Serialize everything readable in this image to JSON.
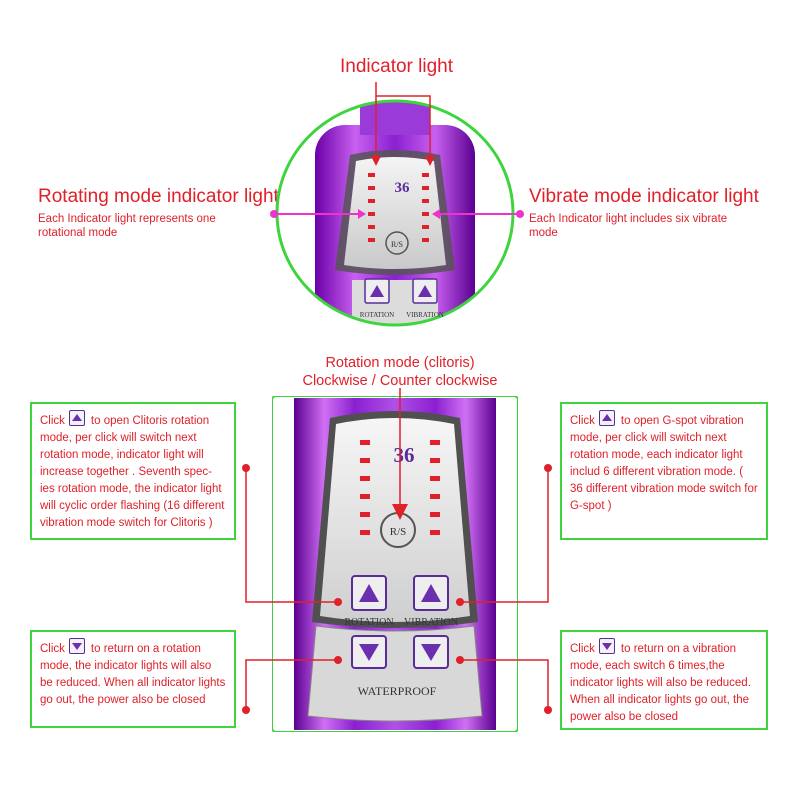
{
  "top": {
    "indicator_light": "Indicator light",
    "rotating_title": "Rotating mode indicator light",
    "rotating_desc": "Each Indicator light represents one rotational mode",
    "vibrate_title": "Vibrate mode indicator light",
    "vibrate_desc": "Each Indicator light includes six vibrate mode"
  },
  "device": {
    "count": "36",
    "rs_label": "R/S",
    "rotation_label": "ROTATION",
    "vibration_label": "VIBRATION",
    "waterproof_label": "WATERPROOF"
  },
  "bottom": {
    "rotation_mode_line1": "Rotation mode (clitoris)",
    "rotation_mode_line2": "Clockwise / Counter clockwise",
    "note_rot_up_prefix": "Click",
    "note_rot_up_text": "to open Clitoris rotation mode, per click will switch next rotation mode, indicator light will increase together . Seventh spec-ies rotation mode, the indicator light will cyclic order flashing (16 different vibration mode switch for Clitoris )",
    "note_vib_up_prefix": "Click",
    "note_vib_up_text": "to open G-spot vibration mode, per click will switch next rotation mode, each indicator light includ 6 different vibration mode. ( 36 different vibration mode switch for G-spot )",
    "note_rot_down_prefix": "Click",
    "note_rot_down_text": "to return on a rotation mode, the indicator lights will also be reduced. When all indicator lights go out, the power also be closed",
    "note_vib_down_prefix": "Click",
    "note_vib_down_text": "to return on a vibration mode, each switch 6 times,the indicator lights will also be reduced. When all indicator lights go out, the power also be closed"
  },
  "colors": {
    "red": "#e0202a",
    "green": "#3ed43e",
    "magenta": "#ee33cc",
    "purple": "#7a2fc0"
  }
}
